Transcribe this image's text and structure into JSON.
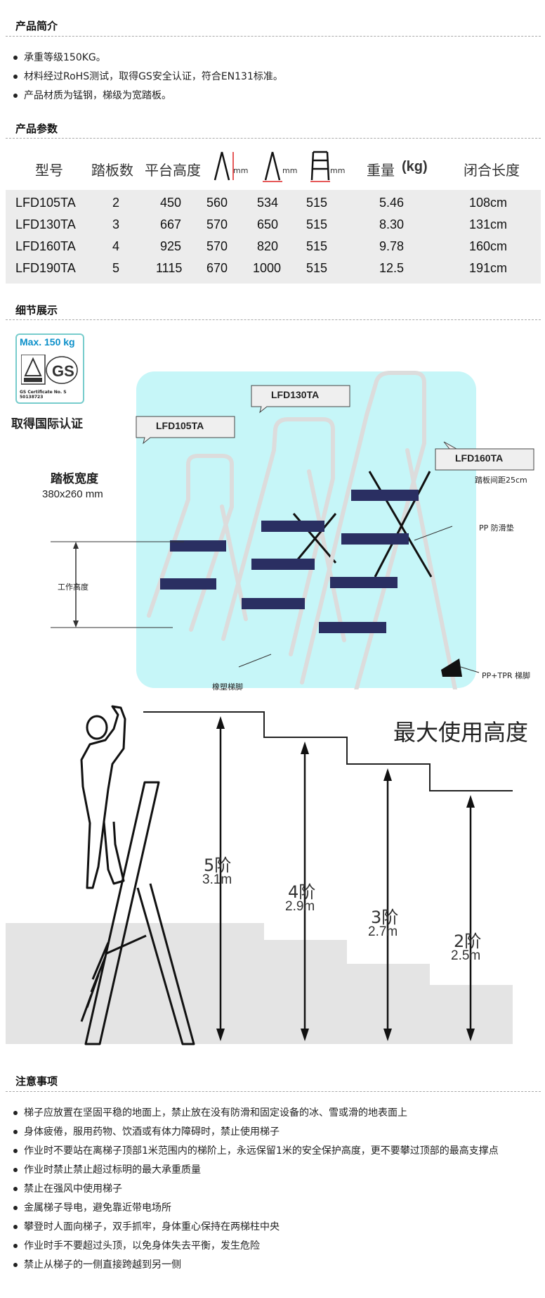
{
  "intro": {
    "title": "产品简介",
    "items": [
      "承重等级150KG。",
      "材料经过RoHS测试，取得GS安全认证，符合EN131标准。",
      "产品材质为锰钢，梯级为宽踏板。"
    ]
  },
  "params": {
    "title": "产品参数",
    "headers": [
      "型号",
      "踏板数",
      "平台高度",
      "mm",
      "mm",
      "mm",
      "重量",
      "(kg)",
      "闭合长度"
    ],
    "rows": [
      [
        "LFD105TA",
        "2",
        "450",
        "560",
        "534",
        "515",
        "5.46",
        "108cm"
      ],
      [
        "LFD130TA",
        "3",
        "667",
        "570",
        "650",
        "515",
        "8.30",
        "131cm"
      ],
      [
        "LFD160TA",
        "4",
        "925",
        "570",
        "820",
        "515",
        "9.78",
        "160cm"
      ],
      [
        "LFD190TA",
        "5",
        "1115",
        "670",
        "1000",
        "515",
        "12.5",
        "191cm"
      ]
    ]
  },
  "details": {
    "title": "细节展示",
    "cert_max": "Max.  150 kg",
    "cert_no": "GS Certificate No. S 50138723",
    "cert_caption": "取得国际认证",
    "tread_width_label": "踏板宽度",
    "tread_width_value": "380x260 mm",
    "working_height": "工作高度",
    "model_tags": [
      "LFD105TA",
      "LFD130TA",
      "LFD160TA"
    ],
    "step_spacing": "踏板间距25cm",
    "pp_pad": "PP 防滑垫",
    "rubber_feet": "橡塑梯脚",
    "pp_tpr_feet": "PP+TPR 梯脚"
  },
  "height_diagram": {
    "title": "最大使用高度",
    "steps": [
      {
        "label": "5阶",
        "value": "3.1m"
      },
      {
        "label": "4阶",
        "value": "2.9m"
      },
      {
        "label": "3阶",
        "value": "2.7m"
      },
      {
        "label": "2阶",
        "value": "2.5m"
      }
    ]
  },
  "notes": {
    "title": "注意事项",
    "items": [
      "梯子应放置在坚固平稳的地面上，禁止放在没有防滑和固定设备的冰、雪或滑的地表面上",
      "身体疲倦，服用药物、饮酒或有体力障碍时，禁止使用梯子",
      "作业时不要站在离梯子顶部1米范围内的梯阶上，永远保留1米的安全保护高度，更不要攀过顶部的最高支撑点",
      "作业时禁止禁止超过标明的最大承重质量",
      "禁止在强风中使用梯子",
      "金属梯子导电，避免靠近带电场所",
      "攀登时人面向梯子，双手抓牢，身体重心保持在两梯柱中央",
      "作业时手不要超过头顶，以免身体失去平衡，发生危险",
      "禁止从梯子的一侧直接跨越到另一侧"
    ]
  }
}
